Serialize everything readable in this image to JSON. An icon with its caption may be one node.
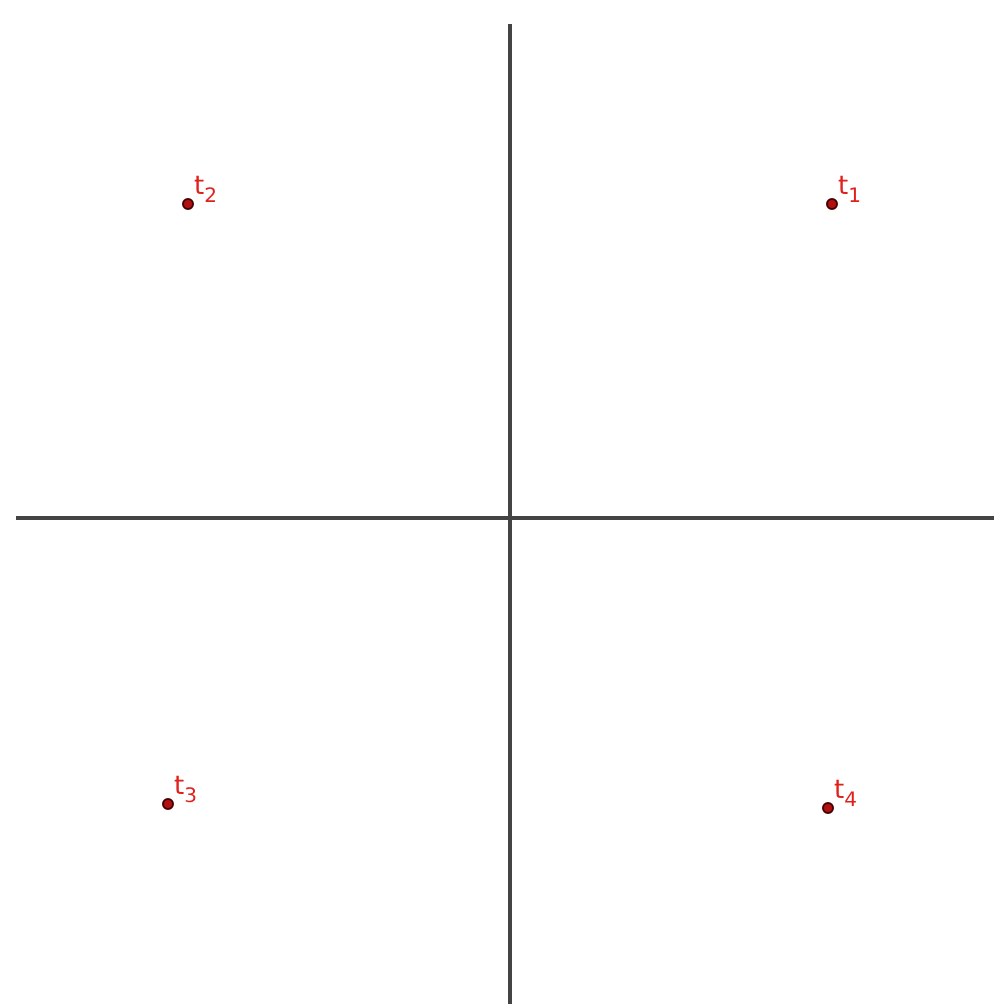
{
  "diagram": {
    "nodes": [
      {
        "text": [
          "t$_{2}$"
        ]
      },
      {
        "text": [
          "t$_{1}$"
        ]
      },
      {
        "text": [
          "t$_{3}$"
        ]
      },
      {
        "text": [
          "t$_{4}$"
        ]
      }
    ]
  }
}
